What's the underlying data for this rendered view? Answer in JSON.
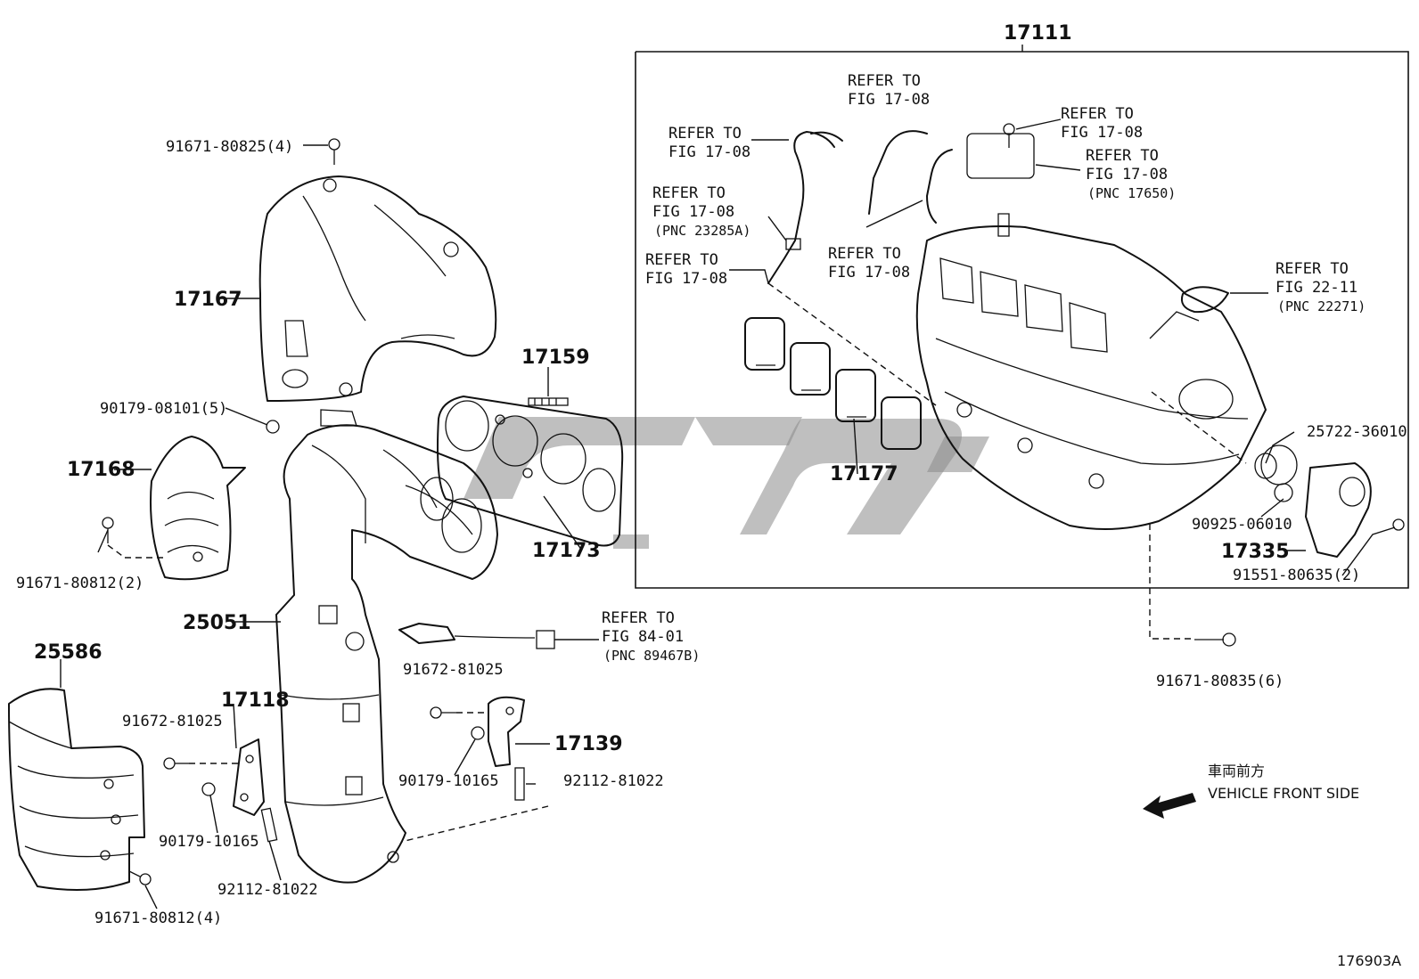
{
  "parts": {
    "p17111": "17111",
    "p17167": "17167",
    "p17168": "17168",
    "p17159": "17159",
    "p17173": "17173",
    "p17177": "17177",
    "p25051": "25051",
    "p25586": "25586",
    "p17118": "17118",
    "p17139": "17139",
    "p17335": "17335",
    "b91671_80825": "91671-80825(4)",
    "b90179_08101": "90179-08101(5)",
    "b91671_80812_2": "91671-80812(2)",
    "b91672_81025_a": "91672-81025",
    "b91672_81025_b": "91672-81025",
    "b90179_10165_a": "90179-10165",
    "b90179_10165_b": "90179-10165",
    "b92112_81022_a": "92112-81022",
    "b92112_81022_b": "92112-81022",
    "b91671_80812_4": "91671-80812(4)",
    "b25722_36010": "25722-36010",
    "b90925_06010": "90925-06010",
    "b91551_80635": "91551-80635(2)",
    "b91671_80835": "91671-80835(6)"
  },
  "refs": {
    "refer": "REFER TO",
    "fig1708": "FIG 17-08",
    "fig2211": "FIG 22-11",
    "fig8401": "FIG 84-01",
    "pnc17650": "(PNC 17650)",
    "pnc23285a": "(PNC 23285A)",
    "pnc22271": "(PNC 22271)",
    "pnc89467b": "(PNC 89467B)"
  },
  "direction": {
    "jp": "車両前方",
    "en": "VEHICLE FRONT SIDE"
  },
  "figure_id": "176903A"
}
